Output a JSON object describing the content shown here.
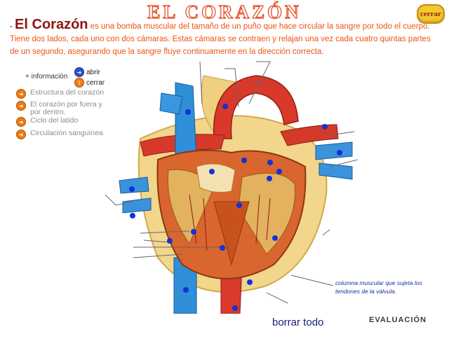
{
  "title": "EL CORAZÓN",
  "close_button": "cerrar",
  "intro": {
    "dash": "-",
    "highlight": "El Corazón",
    "text": " es una bomba muscular del tamaño de un puño que hace circular la sangre por todo el cuerpo. Tiene dos lados, cada uno con dos cámaras. Estas cámaras se contraen y relajan una vez cada cuatro quintas partes de un segundo, asegurando que la sangre fluye continuamente en la dirección correcta."
  },
  "info": {
    "label": "+ información",
    "open": "abrir",
    "close": "cerrar"
  },
  "menu": [
    {
      "label": "Estructura del corazón"
    },
    {
      "label": "El corazón por fuera y por dentro."
    },
    {
      "label": "Ciclo del latido"
    },
    {
      "label": "Circulación sanguínea"
    }
  ],
  "annotation": "columna muscular que sujeta los tendones de la válvula.",
  "clear_all": "borrar todo",
  "evaluation": "EVALUACIÓN",
  "colors": {
    "title_outline": "#e0461c",
    "intro_text": "#ee5412",
    "highlight": "#8e1412",
    "menu_bullet": "#f07a16",
    "marker": "#1032d8",
    "note": "#1b2f9e"
  }
}
